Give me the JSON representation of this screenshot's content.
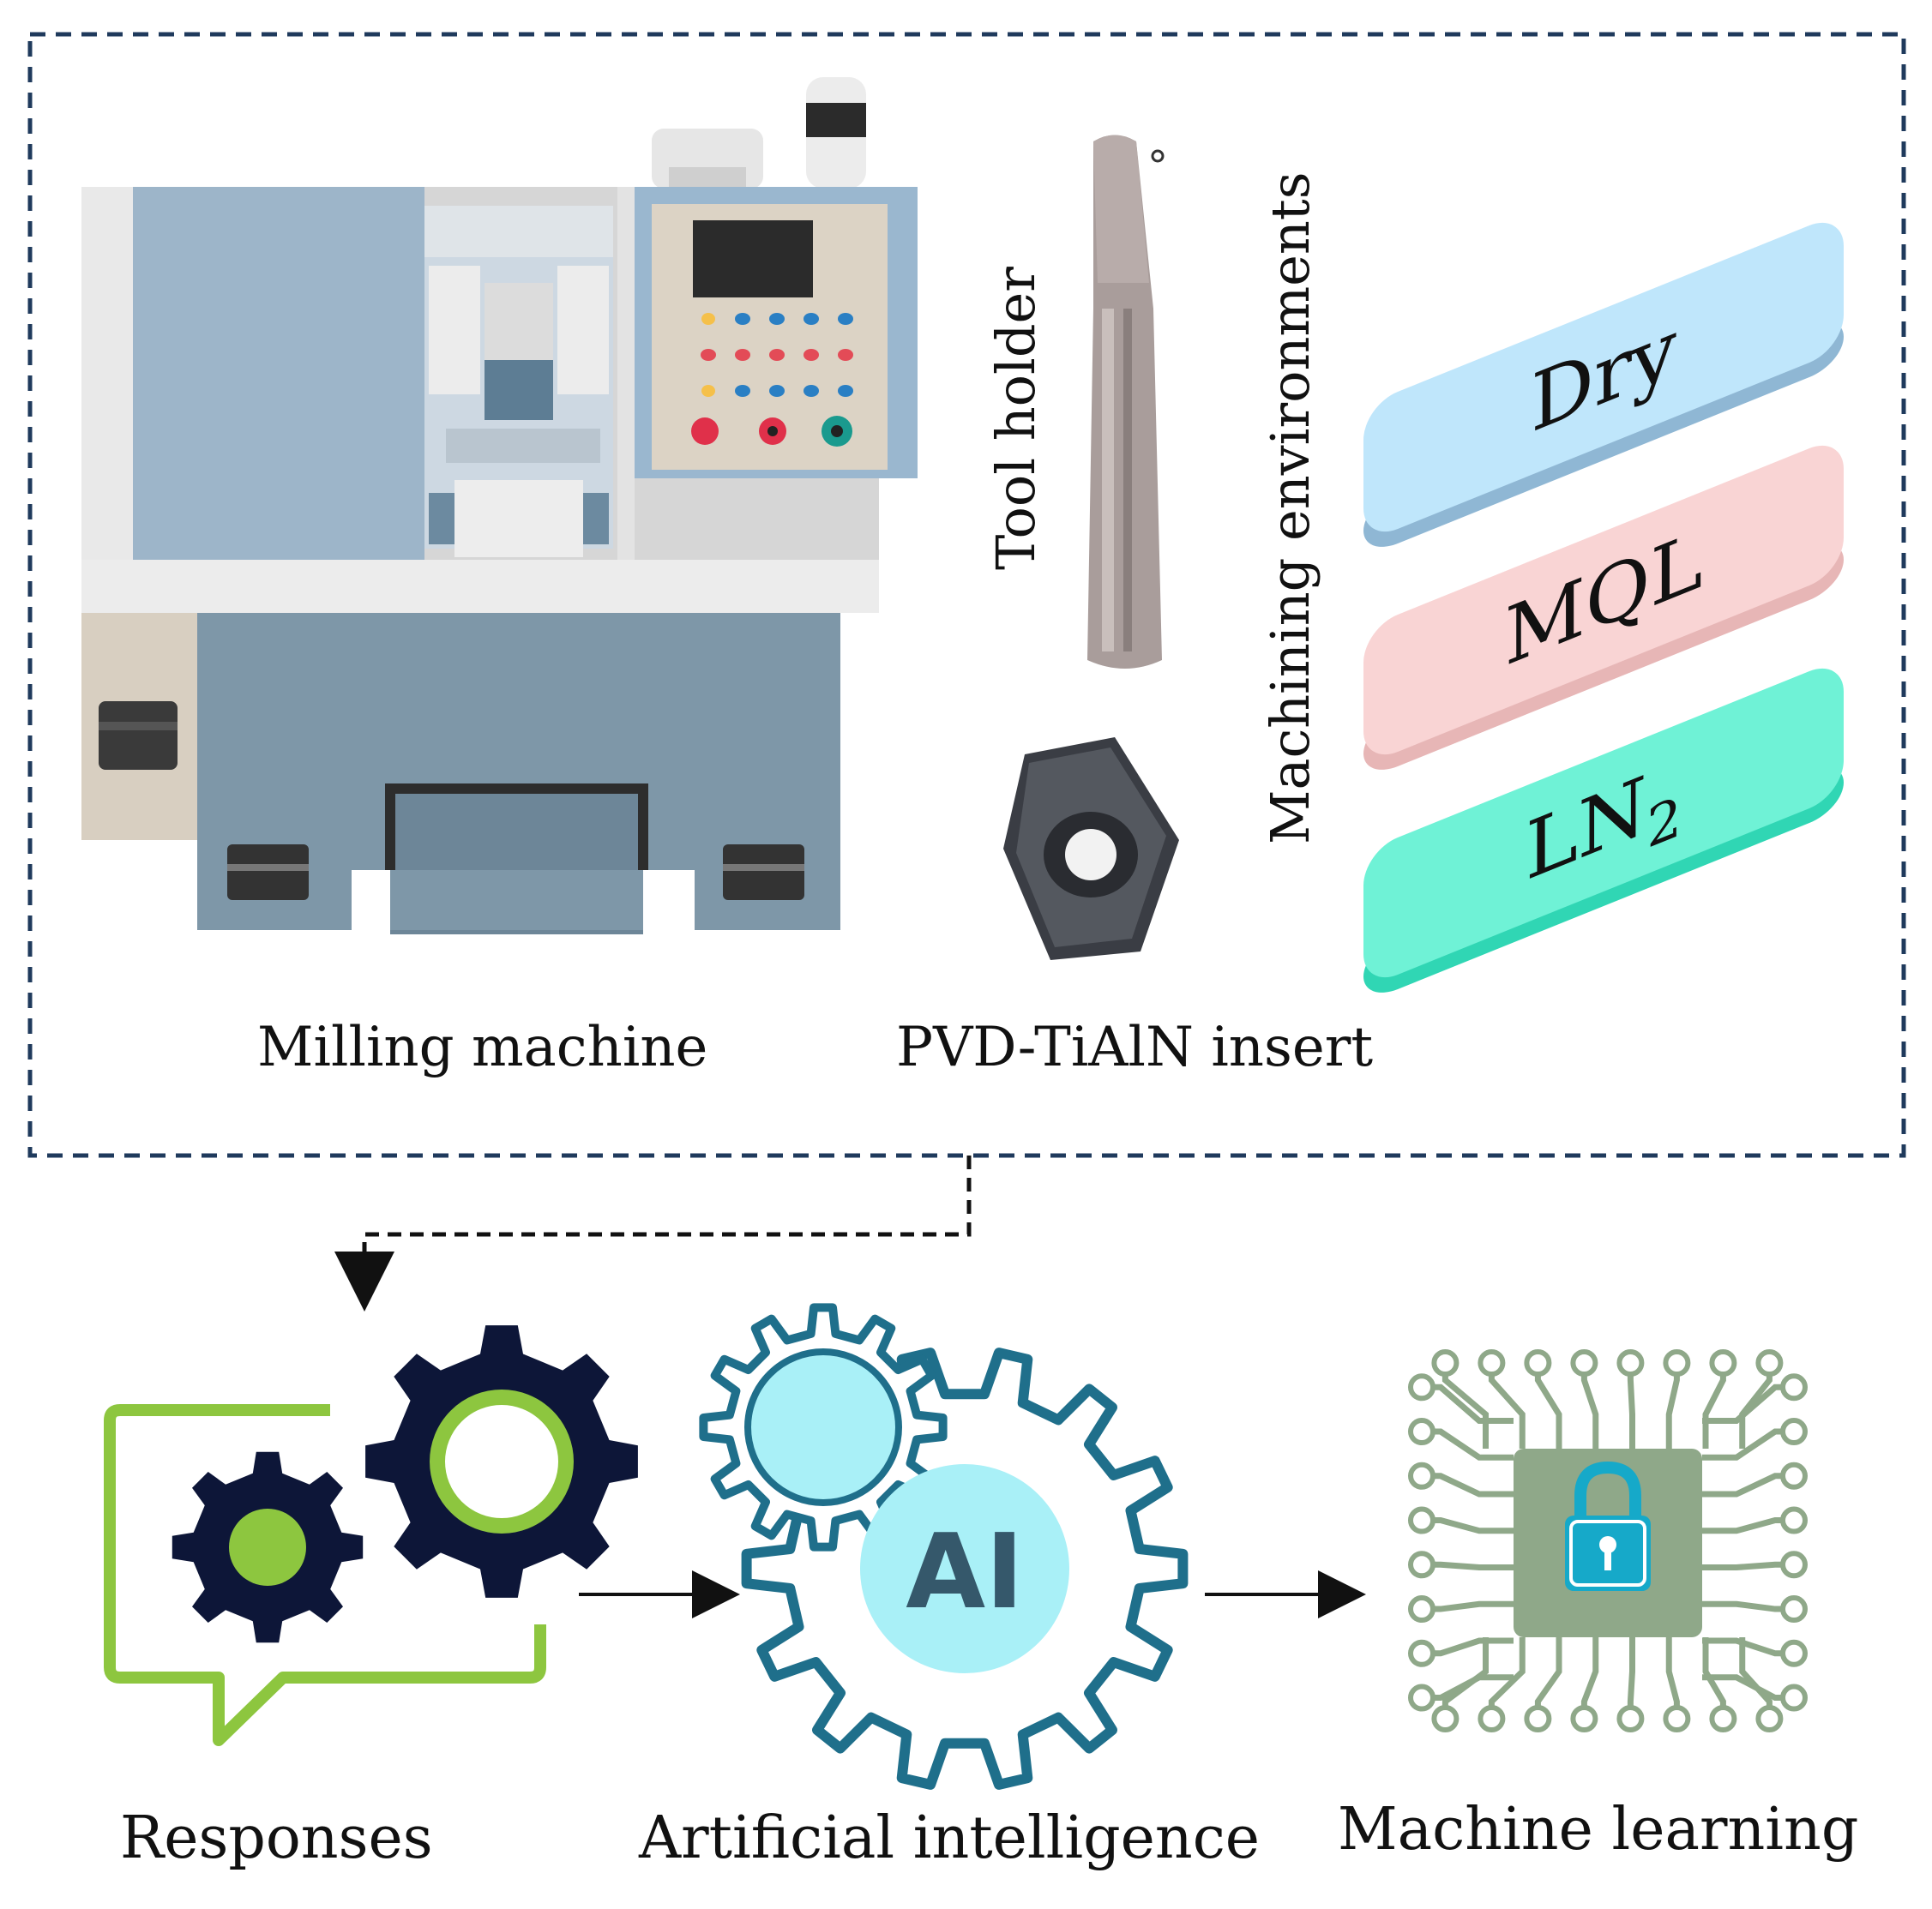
{
  "labels": {
    "milling_machine": "Milling machine",
    "insert": "PVD-TiAlN insert",
    "tool_holder": "Tool holder",
    "machining_environments": "Machining environments",
    "responses": "Responses",
    "artificial_intelligence": "Artificial intelligence",
    "machine_learning": "Machine learning"
  },
  "environments": [
    {
      "label": "Dry",
      "color": "#bfe6fb"
    },
    {
      "label": "MQL",
      "color": "#f9d4d4"
    },
    {
      "label": "LN",
      "subscript": "2",
      "color": "#6ff2d6"
    }
  ],
  "icons": {
    "gears": "gears-chat-icon",
    "ai": "ai-gear-icon",
    "ml": "circuit-lock-icon",
    "ai_text": "AI"
  },
  "colors": {
    "frame": "#1f3a5c",
    "gear_dark": "#0d1638",
    "gear_green": "#8dc63f",
    "ai_teal": "#1f6f8b",
    "ai_fill": "#a9f0f7",
    "circuit": "#8fa889"
  }
}
